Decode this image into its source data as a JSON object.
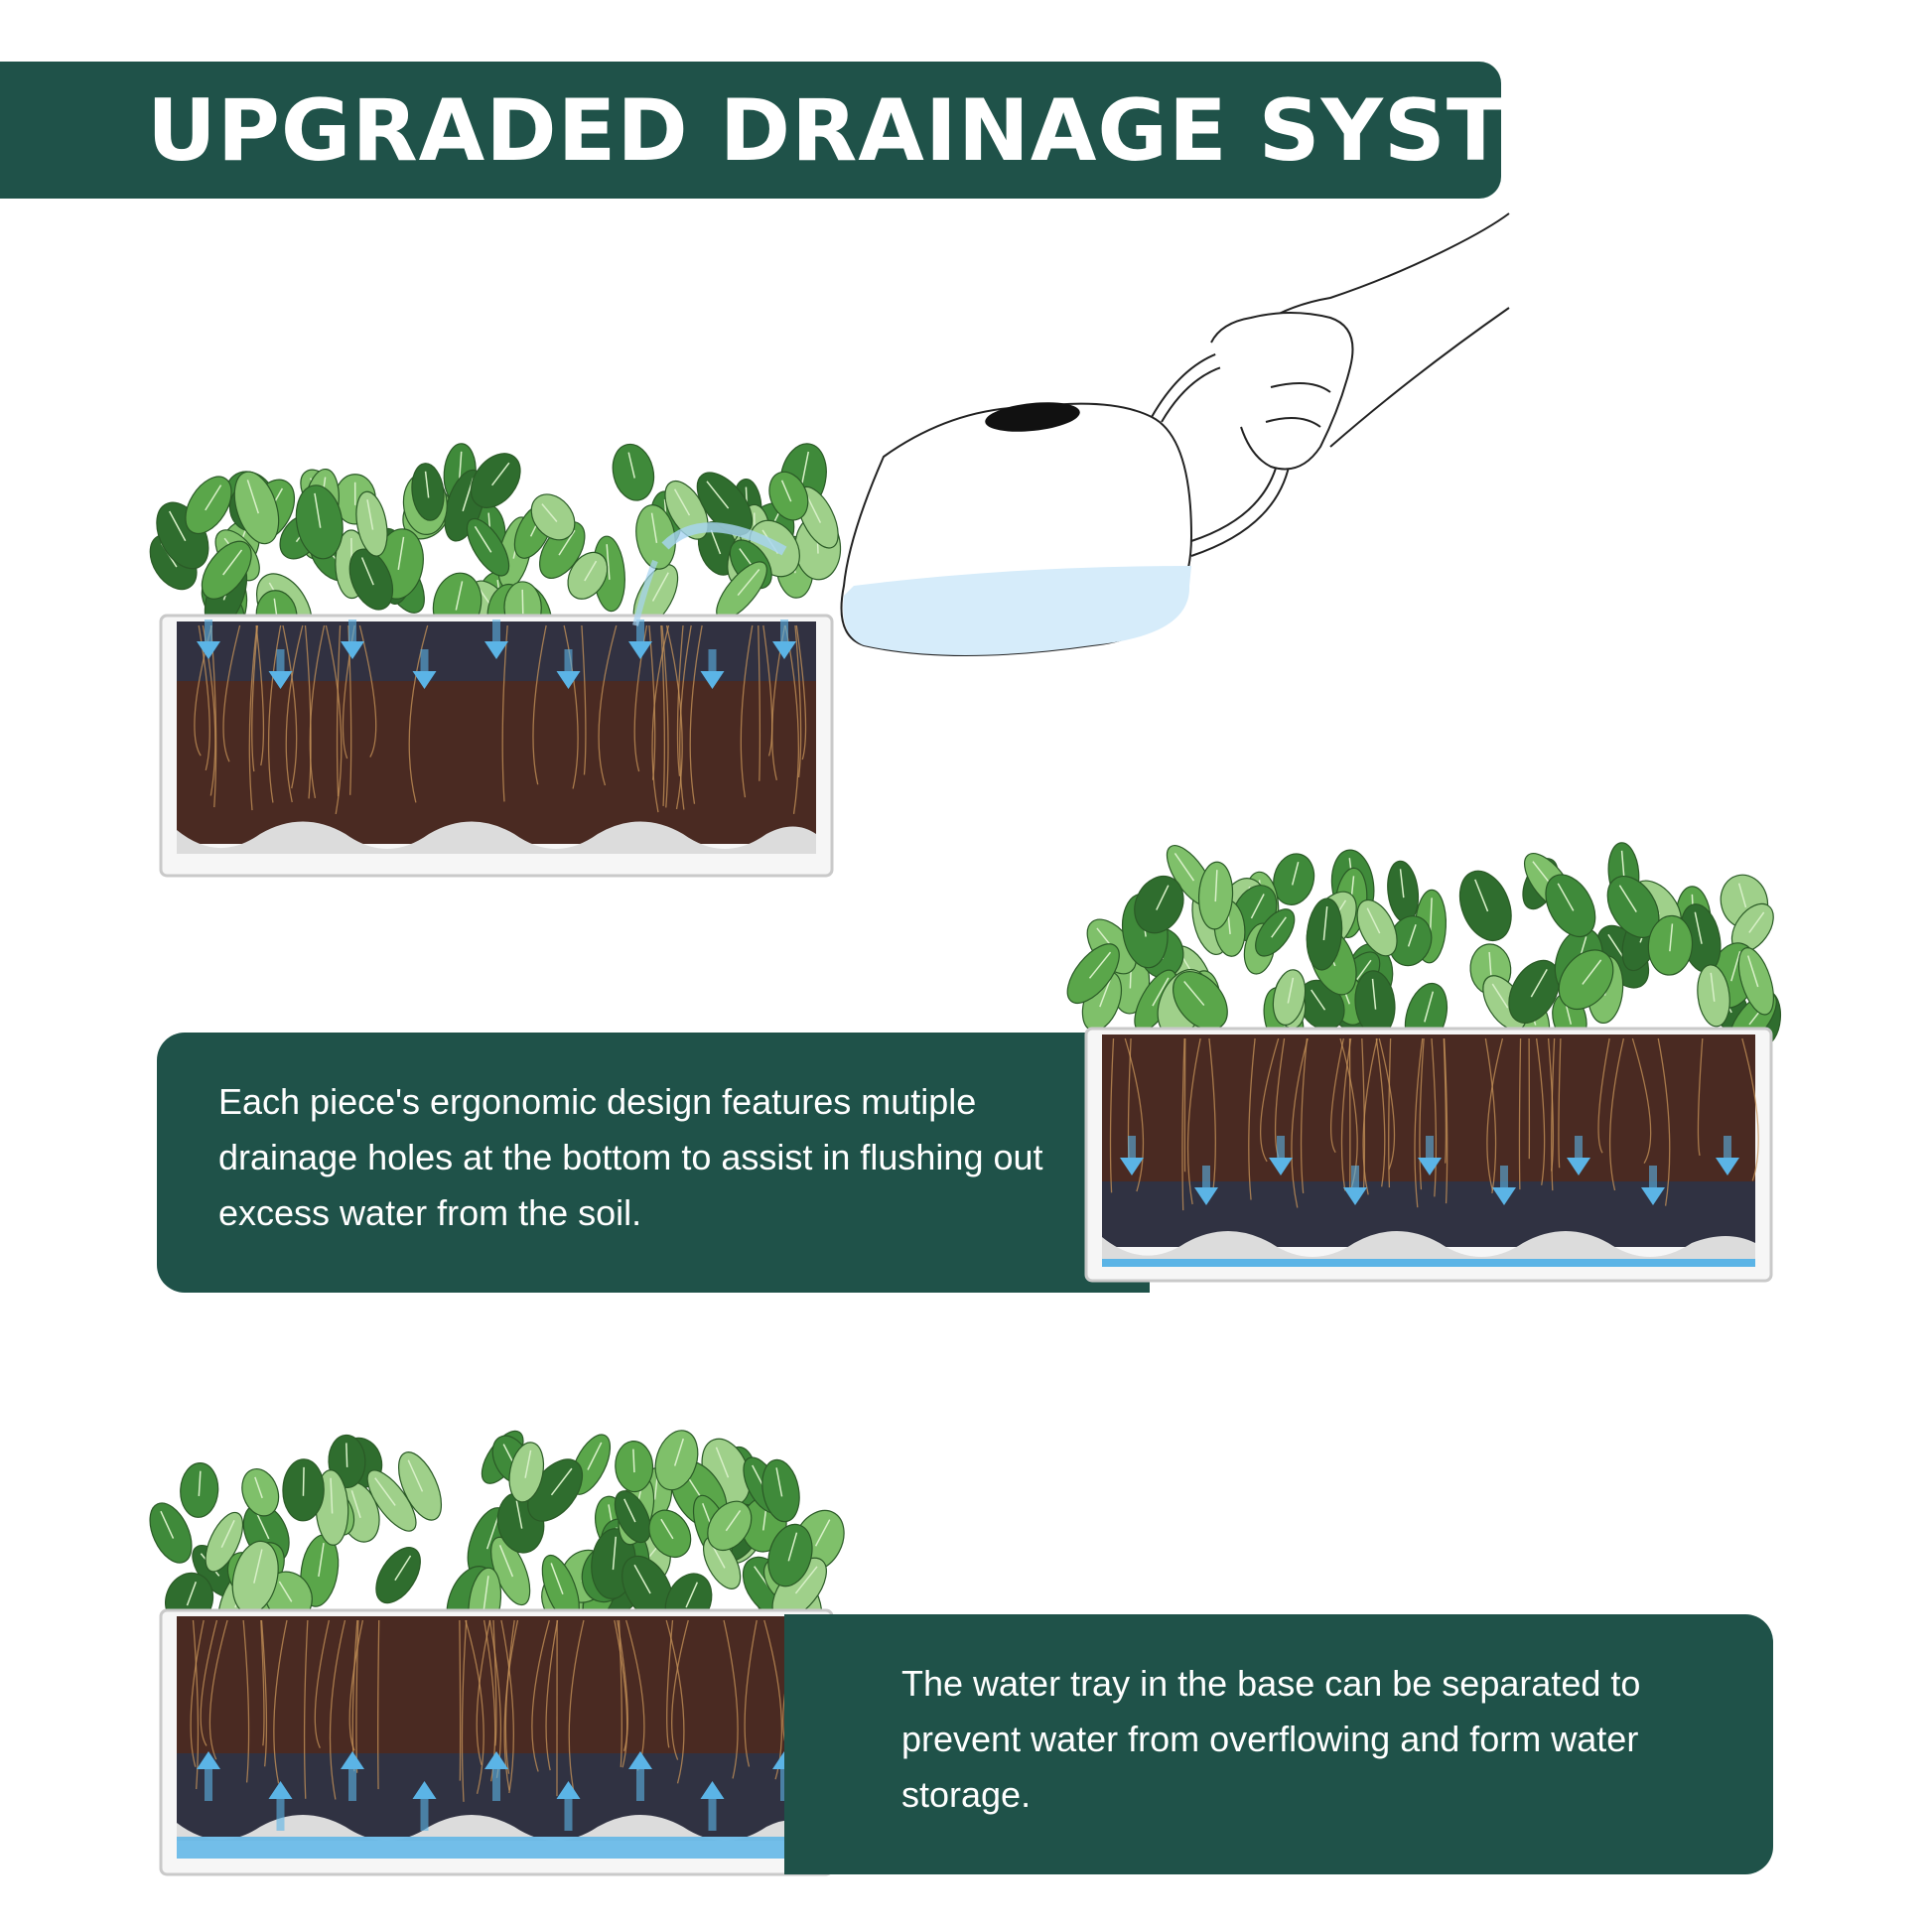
{
  "title": "UPGRADED DRAINAGE SYSTEM",
  "panels": {
    "drainage_text": "Each piece's ergonomic design features mutiple drainage holes at the bottom to assist in flushing out excess water from the soil.",
    "tray_text": "The water tray in the base can be separated to prevent water from overflowing and form water storage."
  },
  "colors": {
    "brand_green": "#1f5249",
    "soil": "#4a2a22",
    "water": "#5bb4e6",
    "leaf": "#5aa64a"
  },
  "icons": [
    "watering-can-icon",
    "hand-icon",
    "plant-icon",
    "arrow-down-icon",
    "arrow-up-icon"
  ]
}
